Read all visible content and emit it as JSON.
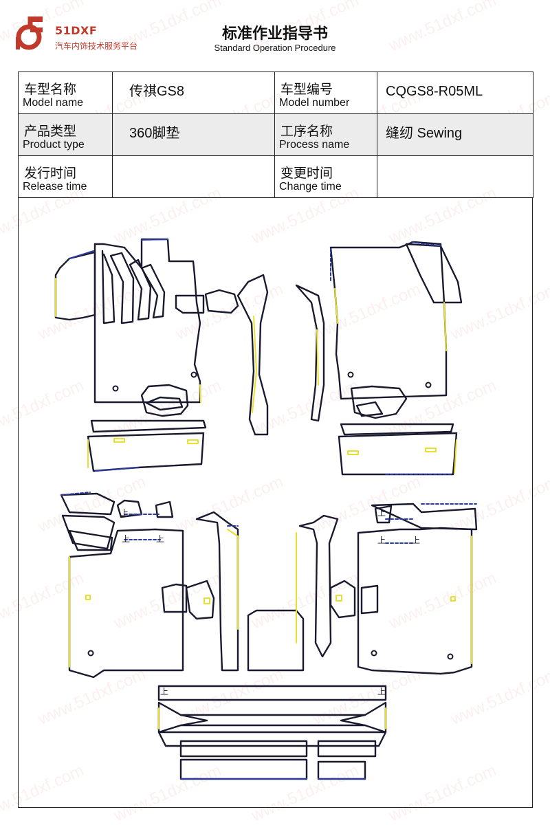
{
  "header": {
    "logo_name": "51DXF",
    "logo_tagline": "汽车内饰技术服务平台",
    "title": "标准作业指导书",
    "subtitle": "Standard Operation Procedure"
  },
  "info_table": {
    "model_name": {
      "label_zh": "车型名称",
      "label_en": "Model name",
      "value": "传祺GS8"
    },
    "model_number": {
      "label_zh": "车型编号",
      "label_en": "Model number",
      "value": "CQGS8-R05ML"
    },
    "product_type": {
      "label_zh": "产品类型",
      "label_en": "Product type",
      "value": "360脚垫"
    },
    "process_name": {
      "label_zh": "工序名称",
      "label_en": "Process name",
      "value": "缝纫 Sewing"
    },
    "release_time": {
      "label_zh": "发行时间",
      "label_en": "Release time",
      "value": ""
    },
    "change_time": {
      "label_zh": "变更时间",
      "label_en": "Change time",
      "value": ""
    }
  },
  "drawing": {
    "marker_text": "上",
    "colors": {
      "outline": "#1a1a2e",
      "yellow_edge": "#e8e030",
      "blue_edge": "#2b3aa0"
    }
  },
  "watermark": {
    "text": "www.51dxf.com"
  },
  "colors": {
    "brand": "#c1392b",
    "row_shade": "#ececec",
    "border": "#222222"
  }
}
